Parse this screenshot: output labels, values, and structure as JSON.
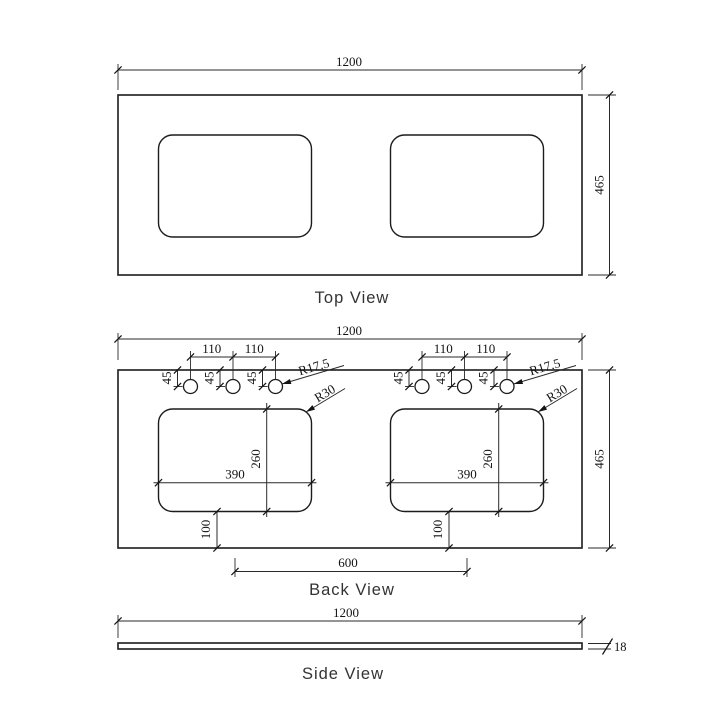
{
  "views": {
    "top": {
      "label": "Top View",
      "width": "1200",
      "depth": "465"
    },
    "back": {
      "label": "Back View",
      "width": "1200",
      "depth": "465",
      "hole_pitch": "110",
      "hole_setback": "45",
      "hole_radius": "R17.5",
      "basin_corner_radius": "R30",
      "basin_cutout_width": "390",
      "basin_cutout_depth": "260",
      "basin_front_offset": "100",
      "basin_centre_distance": "600"
    },
    "side": {
      "label": "Side View",
      "width": "1200",
      "thickness": "18"
    }
  },
  "colors": {
    "line": "#1c1c1c",
    "dimension": "#2a2a2a",
    "label_text": "#333333",
    "background": "#ffffff"
  }
}
